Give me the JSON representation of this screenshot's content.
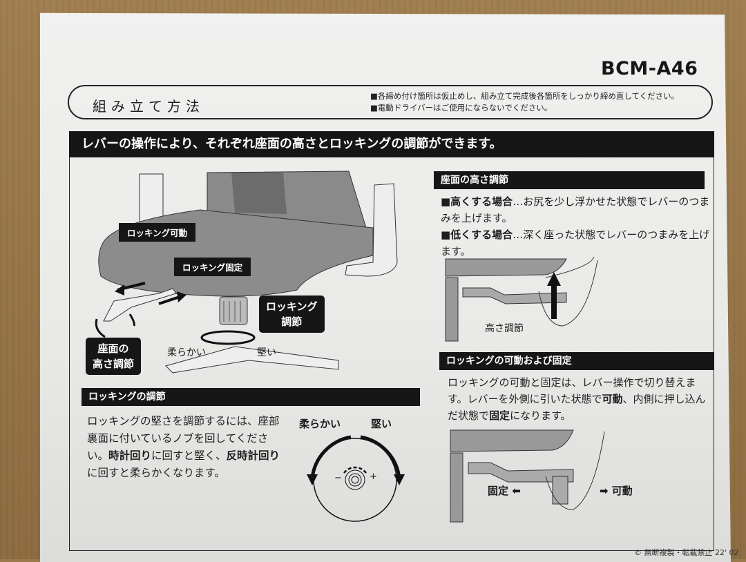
{
  "document": {
    "model_number": "BCM-A46",
    "header": {
      "title": "組み立て方法",
      "notes": [
        "■各締め付け箇所は仮止めし、組み立て完成後各箇所をしっかり締め直してください。",
        "■電動ドライバーはご使用にならないでください。"
      ]
    },
    "banner": "レバーの操作により、それぞれ座面の高さとロッキングの調節ができます。",
    "main_diagram": {
      "labels": {
        "rocking_movable": "ロッキング可動",
        "rocking_fixed": "ロッキング固定",
        "rocking_adjust": [
          "ロッキング",
          "調節"
        ],
        "seat_height_adjust": [
          "座面の",
          "高さ調節"
        ],
        "soft": "柔らかい",
        "hard": "堅い"
      }
    },
    "seat_height": {
      "heading": "座面の高さ調節",
      "items": [
        {
          "bold": "■高くする場合",
          "text": "…お尻を少し浮かせた状態でレバーのつまみを上げます。"
        },
        {
          "bold": "■低くする場合",
          "text": "…深く座った状態でレバーのつまみを上げます。"
        }
      ],
      "figure_label": "高さ調節"
    },
    "rocking_adjust": {
      "heading": "ロッキングの調節",
      "text_parts": [
        {
          "t": "ロッキングの堅さを調節するには、座部裏面に付いているノブを回してください。",
          "b": false
        },
        {
          "t": "時計回り",
          "b": true
        },
        {
          "t": "に回すと堅く、",
          "b": false
        },
        {
          "t": "反時計回り",
          "b": true
        },
        {
          "t": "に回すと柔らかくなります。",
          "b": false
        }
      ],
      "knob": {
        "soft": "柔らかい",
        "hard": "堅い",
        "minus": "−",
        "plus": "+"
      }
    },
    "rocking_lock": {
      "heading": "ロッキングの可動および固定",
      "text_parts": [
        {
          "t": "ロッキングの可動と固定は、レバー操作で切り替えます。レバーを外側に引いた状態で",
          "b": false
        },
        {
          "t": "可動",
          "b": true
        },
        {
          "t": "、内側に押し込んだ状態で",
          "b": false
        },
        {
          "t": "固定",
          "b": true
        },
        {
          "t": "になります。",
          "b": false
        }
      ],
      "figure": {
        "fixed": "固定",
        "movable": "可動"
      }
    },
    "footer": "© 無断複製・転載禁止 22' 02"
  }
}
